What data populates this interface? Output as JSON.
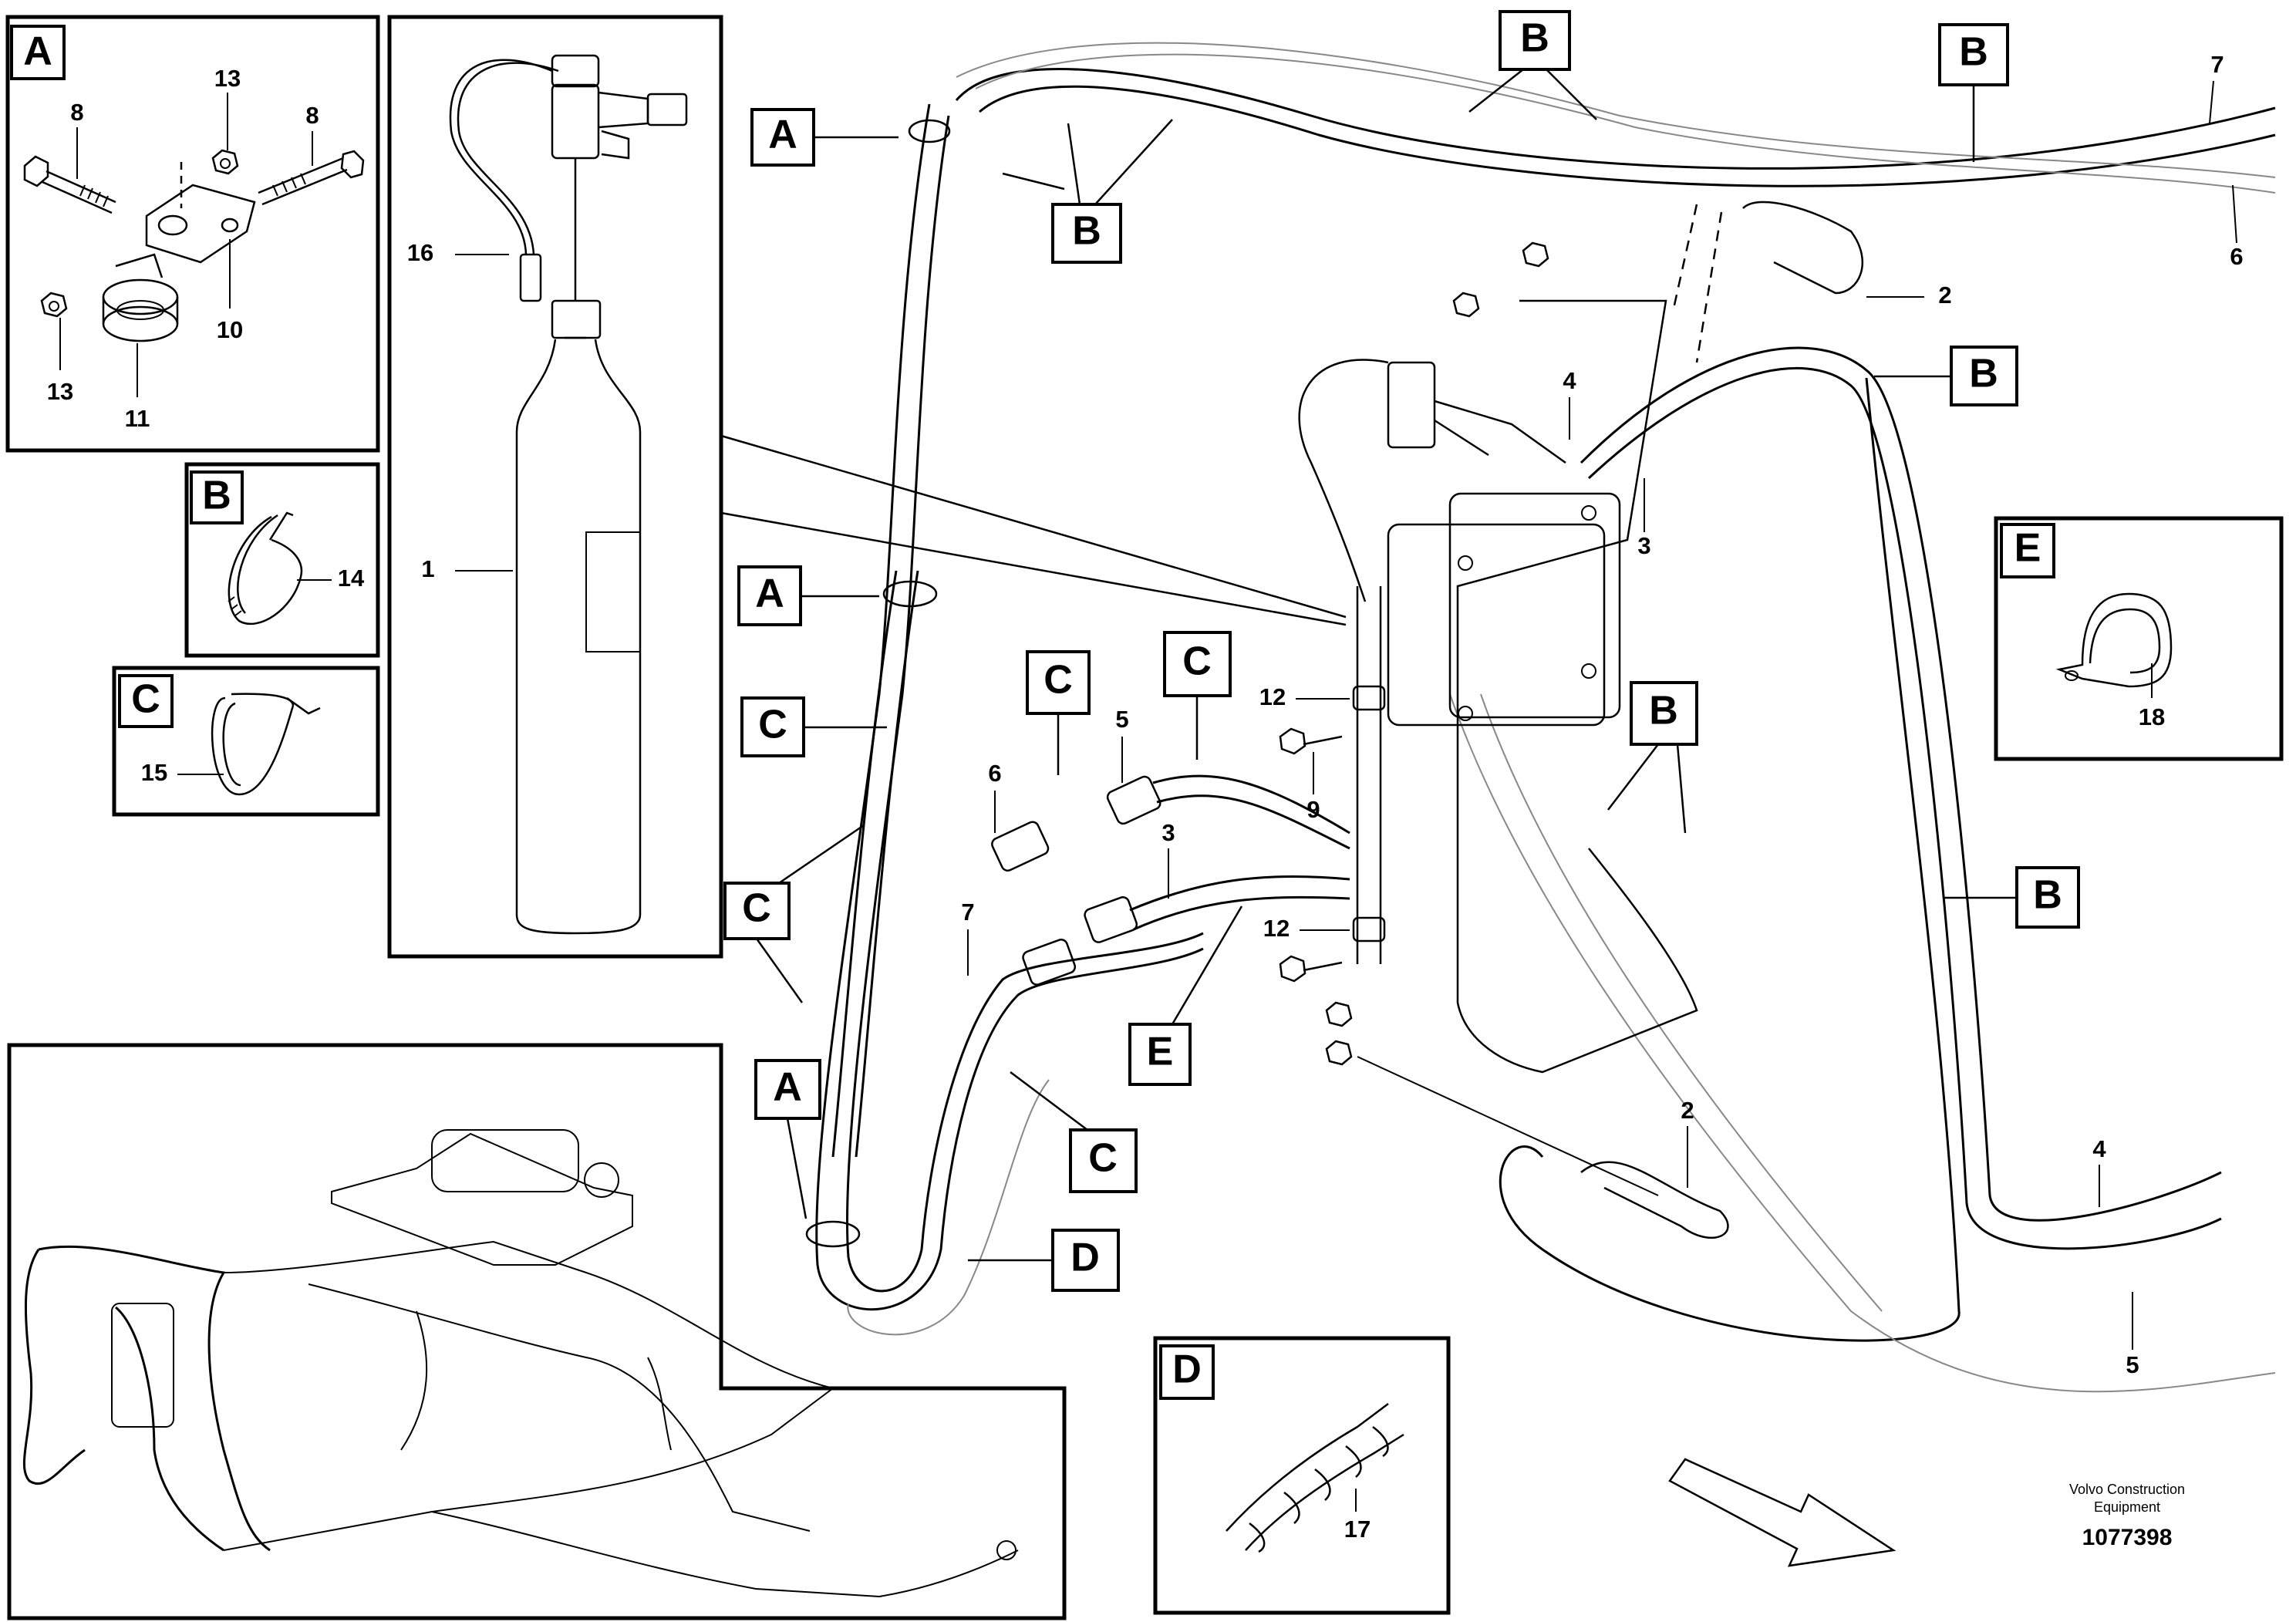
{
  "inset_a": {
    "tag": "A",
    "callouts": [
      "8",
      "13",
      "8",
      "13",
      "10",
      "11"
    ]
  },
  "inset_b": {
    "tag": "B",
    "callouts": [
      "14"
    ]
  },
  "inset_c": {
    "tag": "C",
    "callouts": [
      "15"
    ]
  },
  "inset_bottle": {
    "callouts": [
      "16",
      "1"
    ]
  },
  "inset_e": {
    "tag": "E",
    "callouts": [
      "18"
    ]
  },
  "inset_d": {
    "tag": "D",
    "callouts": [
      "17"
    ]
  },
  "main_tags": [
    "A",
    "B",
    "B",
    "B",
    "B",
    "B",
    "A",
    "C",
    "C",
    "C",
    "C",
    "C",
    "E",
    "A",
    "C",
    "D",
    "B"
  ],
  "main_callouts": [
    "7",
    "6",
    "2",
    "4",
    "3",
    "12",
    "9",
    "12",
    "5",
    "3",
    "6",
    "7",
    "2",
    "4",
    "5"
  ],
  "footer": {
    "brand_line1": "Volvo Construction",
    "brand_line2": "Equipment",
    "drawing_number": "1077398"
  }
}
